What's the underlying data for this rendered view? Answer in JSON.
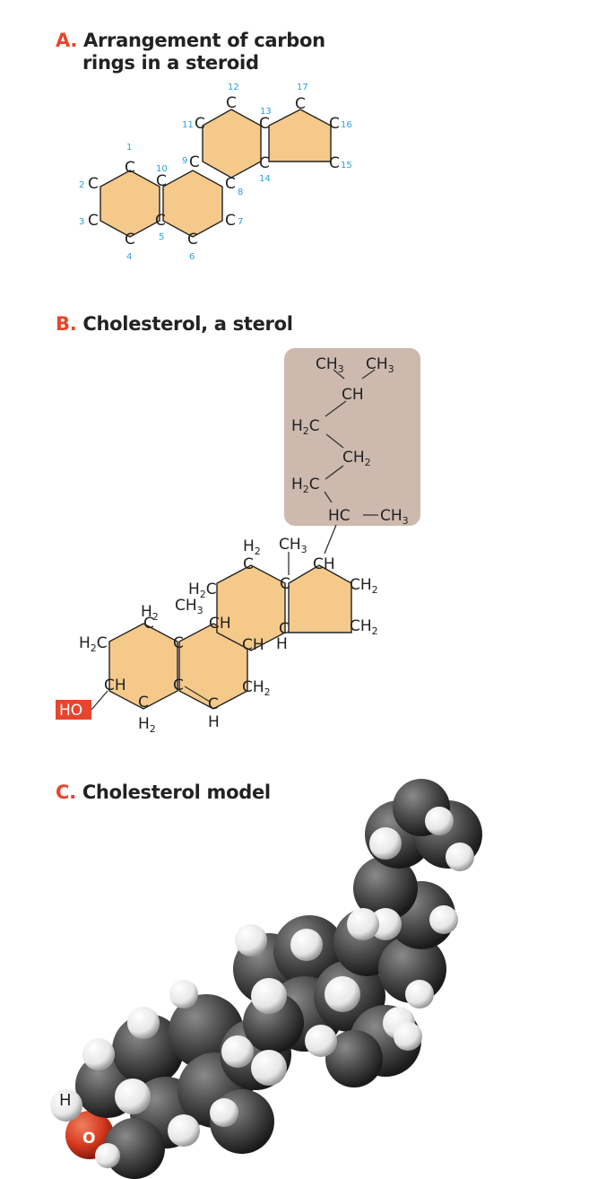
{
  "section_a": {
    "letter": "A.",
    "title_line1": "Arrangement of carbon",
    "title_line2": "rings in a steroid",
    "ring_fill": "#f5c98a",
    "number_color": "#2aa0dc",
    "carbons": [
      {
        "label": "C",
        "num": "1"
      },
      {
        "label": "C",
        "num": "2"
      },
      {
        "label": "C",
        "num": "3"
      },
      {
        "label": "C",
        "num": "4"
      },
      {
        "label": "C",
        "num": "5"
      },
      {
        "label": "C",
        "num": "6"
      },
      {
        "label": "C",
        "num": "7"
      },
      {
        "label": "C",
        "num": "8"
      },
      {
        "label": "C",
        "num": "9"
      },
      {
        "label": "C",
        "num": "10"
      },
      {
        "label": "C",
        "num": "11"
      },
      {
        "label": "C",
        "num": "12"
      },
      {
        "label": "C",
        "num": "13"
      },
      {
        "label": "C",
        "num": "14"
      },
      {
        "label": "C",
        "num": "15"
      },
      {
        "label": "C",
        "num": "16"
      },
      {
        "label": "C",
        "num": "17"
      }
    ]
  },
  "section_b": {
    "letter": "B.",
    "title": "Cholesterol, a sterol",
    "side_chain_box_color": "#cdb9ae",
    "hydroxyl_color": "#e8452c",
    "hydroxyl_label": "HO",
    "labels": {
      "ch3_a": "CH3",
      "ch3_b": "CH3",
      "ch_top": "CH",
      "h2c_1": "H2C",
      "ch2_chain": "CH2",
      "h2c_2": "H2C",
      "hc_branch": "HC",
      "ch3_branch": "CH3",
      "ch_17": "CH",
      "ch3_18": "CH3",
      "h2_12": "H2",
      "c_12": "C",
      "c_13": "C",
      "ch2_16": "CH2",
      "ch2_15": "CH2",
      "h2c_11": "H2C",
      "ch3_19": "CH3",
      "ch_9": "CH",
      "c_14": "C",
      "h_14": "H",
      "ch_8": "CH",
      "h2_1": "H2",
      "c_1": "C",
      "c_10": "C",
      "h2c_2ring": "H2C",
      "ch_3": "CH",
      "c_5": "C",
      "ch2_7": "CH2",
      "c_4": "C",
      "h2_4": "H2",
      "c_6": "C",
      "h_6": "H"
    }
  },
  "section_c": {
    "letter": "C.",
    "title": "Cholesterol model",
    "atom_h": "H",
    "atom_o": "O",
    "carbon_color": "#4a4a4a",
    "hydrogen_color": "#f2f2f2",
    "oxygen_color": "#d63a1f"
  }
}
